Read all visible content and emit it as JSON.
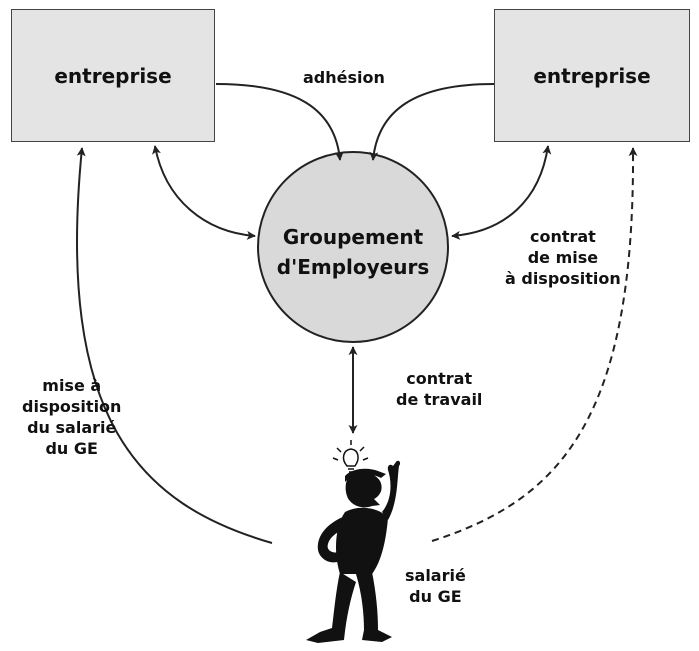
{
  "nodes": {
    "entreprise_left": "entreprise",
    "entreprise_right": "entreprise",
    "groupement_line1": "Groupement",
    "groupement_line2": "d'Employeurs"
  },
  "labels": {
    "adhesion": "adhésion",
    "contrat_mise": [
      "contrat",
      "de mise",
      "à disposition"
    ],
    "contrat_travail": [
      "contrat",
      "de travail"
    ],
    "mise_disposition": [
      "mise à",
      "disposition",
      "du salarié",
      "du GE"
    ],
    "salarie": [
      "salarié",
      "du GE"
    ]
  },
  "colors": {
    "box_fill": "#e4e4e4",
    "circle_fill": "#d9d9d9",
    "stroke": "#222222"
  },
  "icons": {
    "person": "person-idea-icon",
    "bulb": "lightbulb-icon"
  }
}
